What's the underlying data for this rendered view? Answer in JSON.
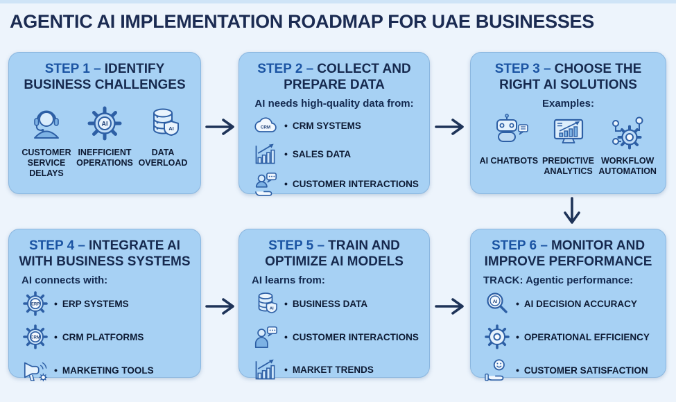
{
  "title": "AGENTIC AI IMPLEMENTATION ROADMAP FOR UAE BUSINESSES",
  "bullet": "•",
  "icon_labels": {
    "ai": "AI",
    "crm": "CRM",
    "erp": "ERP"
  },
  "colors": {
    "background": "#edf4fc",
    "box_fill": "#a7d1f4",
    "heading": "#16294e",
    "step_number": "#1b54a3",
    "item_text": "#0d1a33",
    "arrow": "#1e3358",
    "icon_stroke": "#2d5fa5"
  },
  "steps": [
    {
      "heading": {
        "prefix": "STEP 1 –",
        "line1": "IDENTIFY",
        "line2": "BUSINESS CHALLENGES"
      },
      "items": [
        {
          "label": "CUSTOMER SERVICE DELAYS",
          "icon": "support-agent-icon"
        },
        {
          "label": "INEFFICIENT OPERATIONS",
          "icon": "ai-gear-icon"
        },
        {
          "label": "DATA OVERLOAD",
          "icon": "database-ai-shield-icon"
        }
      ]
    },
    {
      "heading": {
        "prefix": "STEP 2 –",
        "line1": "COLLECT AND",
        "line2": "PREPARE DATA"
      },
      "subtitle": "AI needs high-quality data from:",
      "items": [
        {
          "label": "CRM SYSTEMS",
          "icon": "crm-cloud-icon"
        },
        {
          "label": "SALES DATA",
          "icon": "bar-chart-trend-icon"
        },
        {
          "label": "CUSTOMER INTERACTIONS",
          "icon": "person-chat-hand-icon"
        }
      ]
    },
    {
      "heading": {
        "prefix": "STEP 3 –",
        "line1": "CHOOSE THE",
        "line2": "RIGHT AI SOLUTIONS"
      },
      "subtitle": "Examples:",
      "items": [
        {
          "label": "AI CHATBOTS",
          "icon": "robot-chat-icon"
        },
        {
          "label": "PREDICTIVE ANALYTICS",
          "icon": "monitor-chart-icon"
        },
        {
          "label": "WORKFLOW AUTOMATION",
          "icon": "workflow-gear-icon"
        }
      ]
    },
    {
      "heading": {
        "prefix": "STEP 4 –",
        "line1": "INTEGRATE AI",
        "line2": "WITH BUSINESS SYSTEMS"
      },
      "subtitle": "AI connects with:",
      "items": [
        {
          "label": "ERP SYSTEMS",
          "icon": "erp-gear-icon"
        },
        {
          "label": "CRM PLATFORMS",
          "icon": "crm-gear-icon"
        },
        {
          "label": "MARKETING TOOLS",
          "icon": "megaphone-icon"
        }
      ]
    },
    {
      "heading": {
        "prefix": "STEP 5 –",
        "line1": "TRAIN AND",
        "line2": "OPTIMIZE AI MODELS"
      },
      "subtitle": "AI learns from:",
      "items": [
        {
          "label": "BUSINESS DATA",
          "icon": "database-ai-shield-icon"
        },
        {
          "label": "CUSTOMER INTERACTIONS",
          "icon": "person-chat-icon"
        },
        {
          "label": "MARKET TRENDS",
          "icon": "bar-chart-trend-icon"
        }
      ]
    },
    {
      "heading": {
        "prefix": "STEP 6 –",
        "line1": "MONITOR AND",
        "line2": "IMPROVE PERFORMANCE"
      },
      "subtitle": "TRACK: Agentic performance:",
      "items": [
        {
          "label": "AI DECISION ACCURACY",
          "icon": "magnifier-ai-icon"
        },
        {
          "label": "OPERATIONAL EFFICIENCY",
          "icon": "gear-icon"
        },
        {
          "label": "CUSTOMER SATISFACTION",
          "icon": "hand-smiley-icon"
        }
      ]
    }
  ]
}
